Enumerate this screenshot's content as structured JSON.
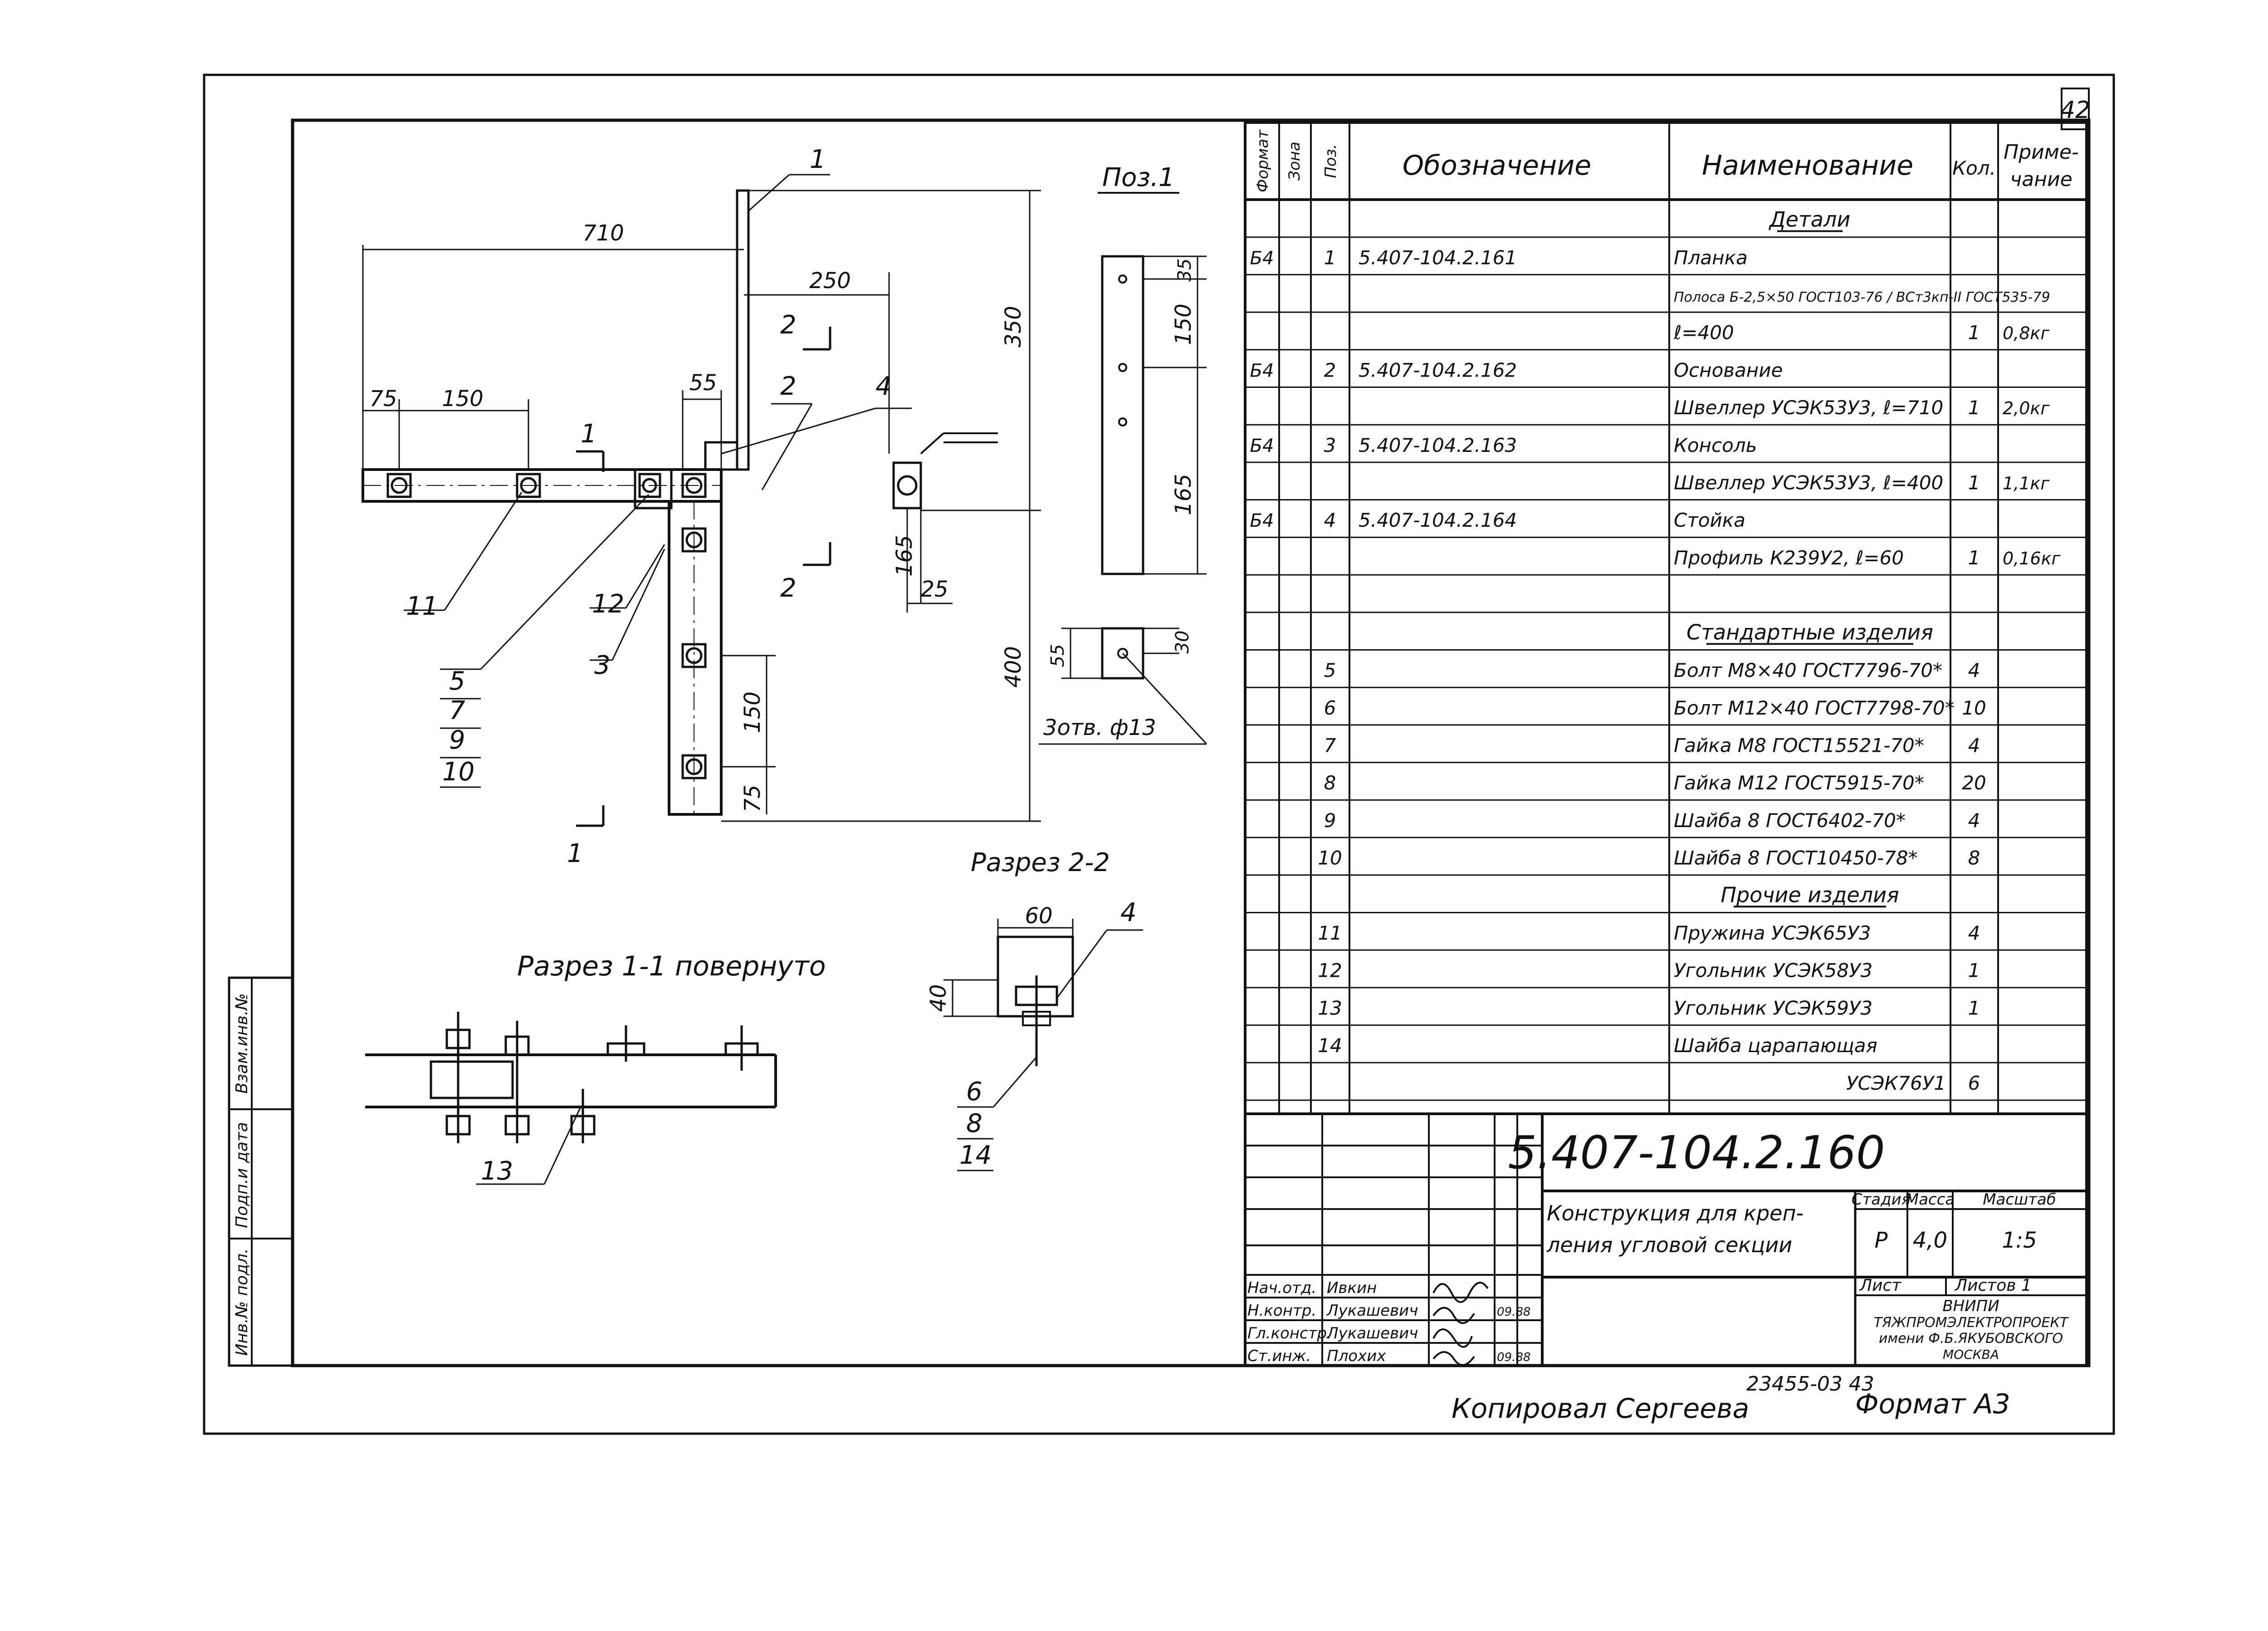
{
  "sheet_number": "42",
  "header": {
    "format": "Формат",
    "zone": "Зона",
    "pos": "Поз.",
    "designation": "Обозначение",
    "name": "Наименование",
    "qty": "Кол.",
    "note_line1": "Приме-",
    "note_line2": "чание"
  },
  "rows": [
    {
      "format": "",
      "pos": "",
      "designation": "",
      "name": "Детали",
      "qty": "",
      "note": "",
      "style": "section"
    },
    {
      "format": "Б4",
      "pos": "1",
      "designation": "5.407-104.2.161",
      "name": "Планка",
      "qty": "",
      "note": ""
    },
    {
      "format": "",
      "pos": "",
      "designation": "",
      "name": "Полоса Б-2,5×50 ГОСТ103-76 / ВСт3кп-II ГОСТ535-79",
      "qty": "",
      "note": ""
    },
    {
      "format": "",
      "pos": "",
      "designation": "",
      "name": "ℓ=400",
      "qty": "1",
      "note": "0,8кг"
    },
    {
      "format": "Б4",
      "pos": "2",
      "designation": "5.407-104.2.162",
      "name": "Основание",
      "qty": "",
      "note": ""
    },
    {
      "format": "",
      "pos": "",
      "designation": "",
      "name": "Швеллер УСЭК53У3, ℓ=710",
      "qty": "1",
      "note": "2,0кг"
    },
    {
      "format": "Б4",
      "pos": "3",
      "designation": "5.407-104.2.163",
      "name": "Консоль",
      "qty": "",
      "note": ""
    },
    {
      "format": "",
      "pos": "",
      "designation": "",
      "name": "Швеллер УСЭК53У3, ℓ=400",
      "qty": "1",
      "note": "1,1кг"
    },
    {
      "format": "Б4",
      "pos": "4",
      "designation": "5.407-104.2.164",
      "name": "Стойка",
      "qty": "",
      "note": ""
    },
    {
      "format": "",
      "pos": "",
      "designation": "",
      "name": "Профиль К239У2, ℓ=60",
      "qty": "1",
      "note": "0,16кг"
    },
    {
      "format": "",
      "pos": "",
      "designation": "",
      "name": "",
      "qty": "",
      "note": ""
    },
    {
      "format": "",
      "pos": "",
      "designation": "",
      "name": "Стандартные изделия",
      "qty": "",
      "note": "",
      "style": "section"
    },
    {
      "format": "",
      "pos": "5",
      "designation": "",
      "name": "Болт М8×40 ГОСТ7796-70*",
      "qty": "4",
      "note": ""
    },
    {
      "format": "",
      "pos": "6",
      "designation": "",
      "name": "Болт М12×40 ГОСТ7798-70*",
      "qty": "10",
      "note": ""
    },
    {
      "format": "",
      "pos": "7",
      "designation": "",
      "name": "Гайка М8 ГОСТ15521-70*",
      "qty": "4",
      "note": ""
    },
    {
      "format": "",
      "pos": "8",
      "designation": "",
      "name": "Гайка М12 ГОСТ5915-70*",
      "qty": "20",
      "note": ""
    },
    {
      "format": "",
      "pos": "9",
      "designation": "",
      "name": "Шайба 8 ГОСТ6402-70*",
      "qty": "4",
      "note": ""
    },
    {
      "format": "",
      "pos": "10",
      "designation": "",
      "name": "Шайба 8 ГОСТ10450-78*",
      "qty": "8",
      "note": ""
    },
    {
      "format": "",
      "pos": "",
      "designation": "",
      "name": "Прочие изделия",
      "qty": "",
      "note": "",
      "style": "section"
    },
    {
      "format": "",
      "pos": "11",
      "designation": "",
      "name": "Пружина УСЭК65У3",
      "qty": "4",
      "note": ""
    },
    {
      "format": "",
      "pos": "12",
      "designation": "",
      "name": "Угольник УСЭК58У3",
      "qty": "1",
      "note": ""
    },
    {
      "format": "",
      "pos": "13",
      "designation": "",
      "name": "Угольник УСЭК59У3",
      "qty": "1",
      "note": ""
    },
    {
      "format": "",
      "pos": "14",
      "designation": "",
      "name": "Шайба царапающая",
      "qty": "",
      "note": ""
    },
    {
      "format": "",
      "pos": "",
      "designation": "",
      "name": "УСЭК76У1",
      "qty": "6",
      "note": "",
      "style": "right"
    }
  ],
  "title_block": {
    "doc_number": "5.407-104.2.160",
    "title_line1": "Конструкция для креп-",
    "title_line2": "ления угловой секции",
    "stage_label": "Стадия",
    "mass_label": "Масса",
    "scale_label": "Масштаб",
    "stage": "Р",
    "mass": "4,0",
    "scale": "1:5",
    "sheet_label": "Лист",
    "sheets_label": "Листов 1",
    "org_line1": "ВНИПИ",
    "org_line2": "ТЯЖПРОМЭЛЕКТРОПРОЕКТ",
    "org_line3": "имени Ф.Б.ЯКУБОВСКОГО",
    "org_line4": "МОСКВА",
    "signers": [
      {
        "role": "Нач.отд.",
        "name": "Ивкин",
        "date": ""
      },
      {
        "role": "Н.контр.",
        "name": "Лукашевич",
        "date": "09.88"
      },
      {
        "role": "Гл.констр.",
        "name": "Лукашевич",
        "date": ""
      },
      {
        "role": "Ст.инж.",
        "name": "Плохих",
        "date": "09.88"
      }
    ]
  },
  "side_stamp": [
    "Взам.инв.№",
    "Подп.и дата",
    "Инв.№ подл."
  ],
  "footer": {
    "copied": "Копировал Сергеева",
    "order": "23455-03  43",
    "format": "Формат А3"
  },
  "drawing": {
    "pos1_title": "Поз.1",
    "section11_title": "Разрез 1-1 повернуто",
    "section22_title": "Разрез 2-2",
    "holes_note": "3отв. ф13",
    "dims": {
      "d710": "710",
      "d250": "250",
      "d350": "350",
      "d75a": "75",
      "d150a": "150",
      "d55": "55",
      "d165": "165",
      "d25": "25",
      "d400": "400",
      "d150b": "150",
      "d75b": "75",
      "d35": "35",
      "d150c": "150",
      "d55b": "55",
      "d30": "30",
      "d60": "60",
      "d40": "40"
    },
    "callouts": {
      "c1": "1",
      "c2": "2",
      "c3": "3",
      "c4": "4",
      "c11": "11",
      "c12": "12",
      "c13": "13",
      "c5": "5",
      "c7": "7",
      "c9": "9",
      "c10": "10",
      "c6": "6",
      "c8": "8",
      "c14": "14",
      "c4b": "4"
    },
    "section_marks": {
      "s1top": "1",
      "s1bot": "1",
      "s2top": "2",
      "s2bot": "2"
    }
  }
}
